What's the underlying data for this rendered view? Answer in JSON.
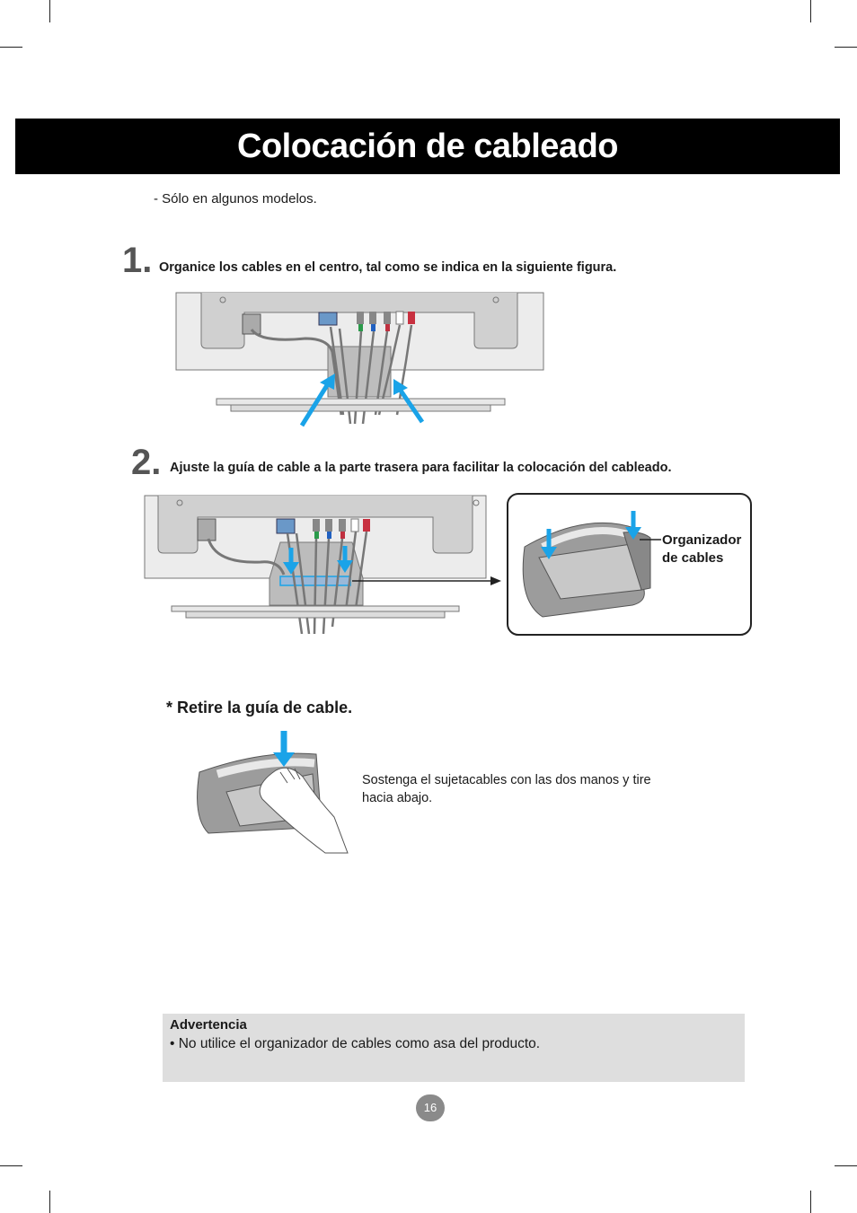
{
  "title": "Colocación de cableado",
  "note": "- Sólo en algunos modelos.",
  "steps": [
    {
      "number": "1.",
      "text": "Organice los cables en el centro, tal como se indica en la siguiente figura."
    },
    {
      "number": "2.",
      "text": "Ajuste la guía de cable a la parte trasera para facilitar la colocación del cableado."
    }
  ],
  "figure2": {
    "label_line1": "Organizador",
    "label_line2": "de cables"
  },
  "remove": {
    "heading": "* Retire la guía de cable.",
    "instruction": "Sostenga el sujetacables con las dos manos y tire hacia abajo."
  },
  "warning": {
    "title": "Advertencia",
    "item": "•  No utilice el organizador de cables como asa del producto."
  },
  "page_number": "16",
  "colors": {
    "title_bar": "#000000",
    "arrow_blue": "#1aa3e8",
    "warning_bg": "#dedede",
    "badge": "#8a8a8a"
  }
}
